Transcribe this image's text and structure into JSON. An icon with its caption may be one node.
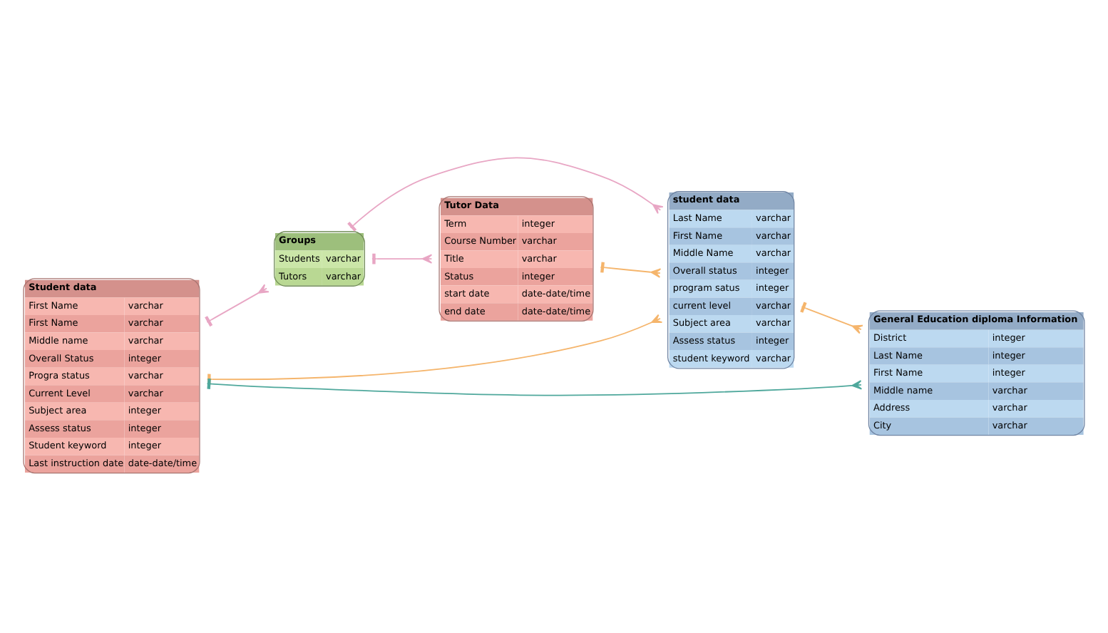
{
  "diagram": {
    "nodes": [
      {
        "text": [
          "Student data",
          "First Name",
          "varchar",
          "First Name",
          "varchar",
          "Middle name",
          "varchar",
          "Overall Status",
          "integer",
          "Progra status",
          "varchar",
          "Current Level",
          "varchar",
          "Subject area",
          "integer",
          "Assess status",
          "integer",
          "Student keyword",
          "integer",
          "Last instruction date",
          "date-date/time"
        ]
      },
      {
        "text": [
          "Groups",
          "Students",
          "varchar",
          "Tutors",
          "varchar"
        ]
      },
      {
        "text": [
          "student data",
          "Last Name",
          "varchar",
          "First Name",
          "varchar",
          "Middle Name",
          "varchar",
          "Overall status",
          "integer",
          "program satus",
          "integer",
          "current level",
          "varchar",
          "Subject area",
          "varchar",
          "Assess status",
          "integer",
          "student keyword",
          "varchar"
        ]
      },
      {
        "text": [
          "Tutor Data",
          "Term",
          "integer",
          "Course Number",
          "varchar",
          "Title",
          "varchar",
          "Status",
          "integer",
          "start date",
          "date-date/time",
          "end date",
          "date-date/time"
        ]
      },
      {
        "text": [
          "General Education diploma Information",
          "District",
          "integer",
          "Last Name",
          "integer",
          "First Name",
          "integer",
          "Middle name",
          "varchar",
          "Address",
          "varchar",
          "City",
          "varchar"
        ]
      }
    ],
    "edges": [
      {
        "from": 0,
        "to": 1,
        "arrow": "other",
        "color": "#e8a6c4"
      },
      {
        "from": 1,
        "to": 2,
        "arrow": "other",
        "color": "#e8a6c4"
      },
      {
        "from": 0,
        "to": 2,
        "arrow": "other"
      },
      {
        "from": 0,
        "to": 4,
        "arrow": "other",
        "color": "#4fa89c"
      },
      {
        "from": 1,
        "to": 3,
        "arrow": "other",
        "color": "#e8a6c4"
      },
      {
        "from": 3,
        "to": 2,
        "arrow": "other"
      },
      {
        "from": 2,
        "to": 4,
        "arrow": "other"
      }
    ]
  }
}
